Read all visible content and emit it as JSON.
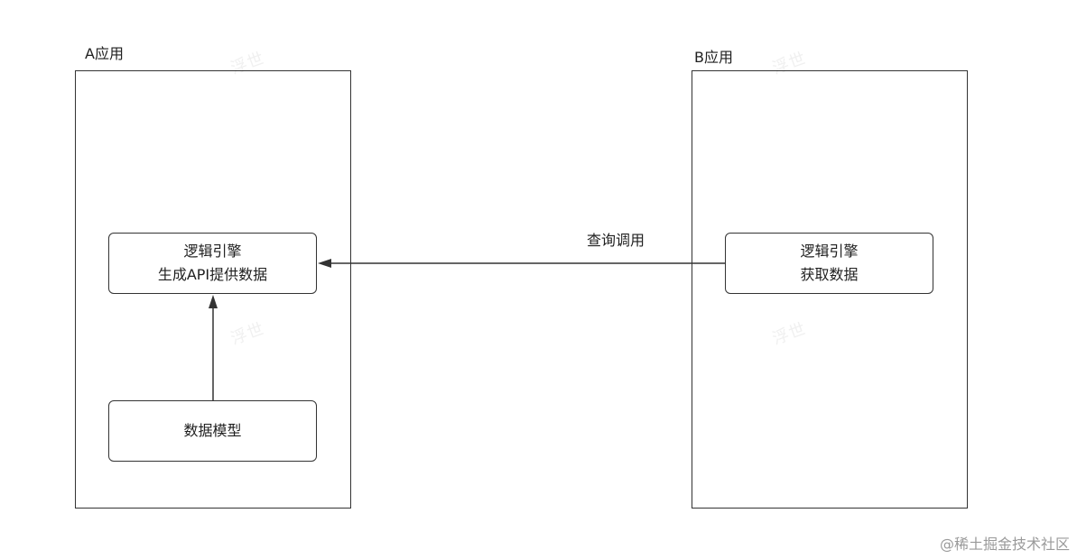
{
  "apps": {
    "a": {
      "label": "A应用",
      "nodes": {
        "logic_engine": {
          "line1": "逻辑引擎",
          "line2": "生成API提供数据"
        },
        "data_model": {
          "line1": "数据模型"
        }
      }
    },
    "b": {
      "label": "B应用",
      "nodes": {
        "logic_engine": {
          "line1": "逻辑引擎",
          "line2": "获取数据"
        }
      }
    }
  },
  "edges": {
    "query_call": {
      "label": "查询调用"
    }
  },
  "watermark": {
    "text": "浮世"
  },
  "credit": {
    "text": "@稀土掘金技术社区"
  },
  "colors": {
    "stroke": "#333333",
    "text": "#1f1f1f",
    "watermark": "#f0f0f0",
    "credit": "#9a9a9a"
  }
}
